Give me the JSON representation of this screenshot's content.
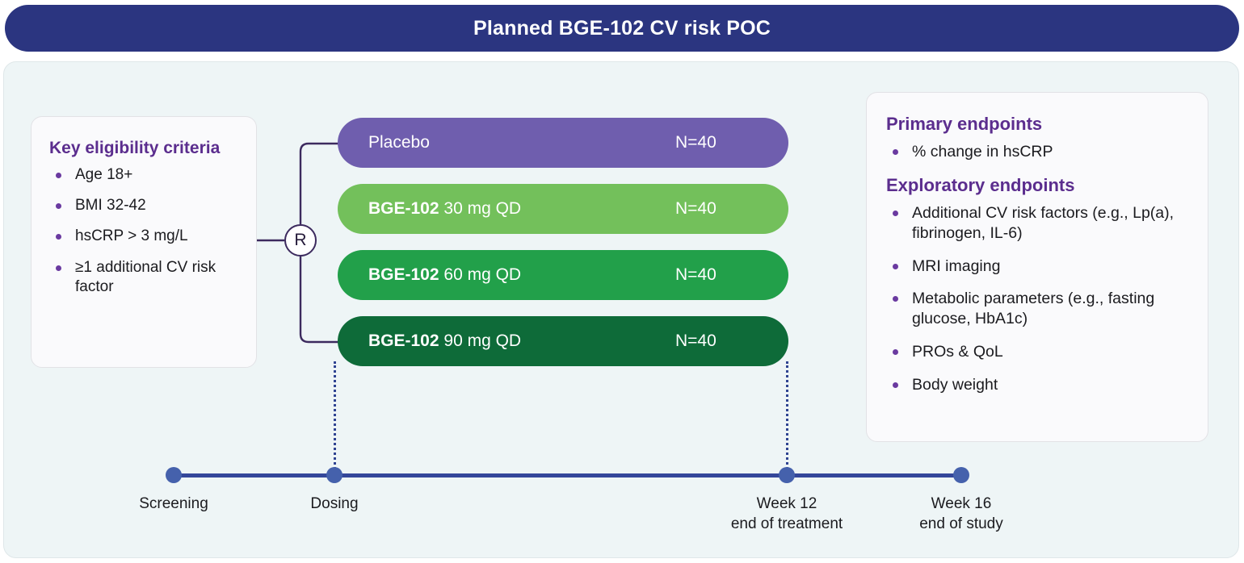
{
  "header": {
    "title": "Planned BGE-102 CV risk POC"
  },
  "colors": {
    "header_bg": "#2b3580",
    "panel_bg": "#eef5f6",
    "card_bg": "#fafafc",
    "heading_purple": "#5b2d8e",
    "bullet_purple": "#6a3aa0",
    "placebo": "#6f5eae",
    "dose_30": "#73c05b",
    "dose_60": "#22a04a",
    "dose_90": "#0e6b39",
    "timeline": "#34479a",
    "timeline_dot": "#4561ac",
    "connector": "#3c2a5e"
  },
  "eligibility": {
    "heading": "Key eligibility criteria",
    "items": [
      "Age 18+",
      "BMI 32-42",
      "hsCRP > 3 mg/L",
      "≥1 additional CV risk factor"
    ]
  },
  "randomization": {
    "node_label": "R"
  },
  "arms": [
    {
      "name": "Placebo",
      "dose": "",
      "n": "N=40",
      "color": "#6f5eae"
    },
    {
      "name": "BGE-102",
      "dose": "30 mg QD",
      "n": "N=40",
      "color": "#73c05b"
    },
    {
      "name": "BGE-102",
      "dose": "60 mg QD",
      "n": "N=40",
      "color": "#22a04a"
    },
    {
      "name": "BGE-102",
      "dose": "90 mg QD",
      "n": "N=40",
      "color": "#0e6b39"
    }
  ],
  "endpoints": {
    "primary_heading": "Primary endpoints",
    "primary_items": [
      "% change in hsCRP"
    ],
    "exploratory_heading": "Exploratory endpoints",
    "exploratory_items": [
      "Additional CV risk factors (e.g., Lp(a), fibrinogen, IL-6)",
      "MRI imaging",
      "Metabolic parameters (e.g., fasting glucose, HbA1c)",
      "PROs & QoL",
      "Body weight"
    ]
  },
  "timeline": {
    "milestones": [
      {
        "line1": "Screening",
        "line2": ""
      },
      {
        "line1": "Dosing",
        "line2": ""
      },
      {
        "line1": "Week 12",
        "line2": "end of treatment"
      },
      {
        "line1": "Week 16",
        "line2": "end of study"
      }
    ]
  }
}
